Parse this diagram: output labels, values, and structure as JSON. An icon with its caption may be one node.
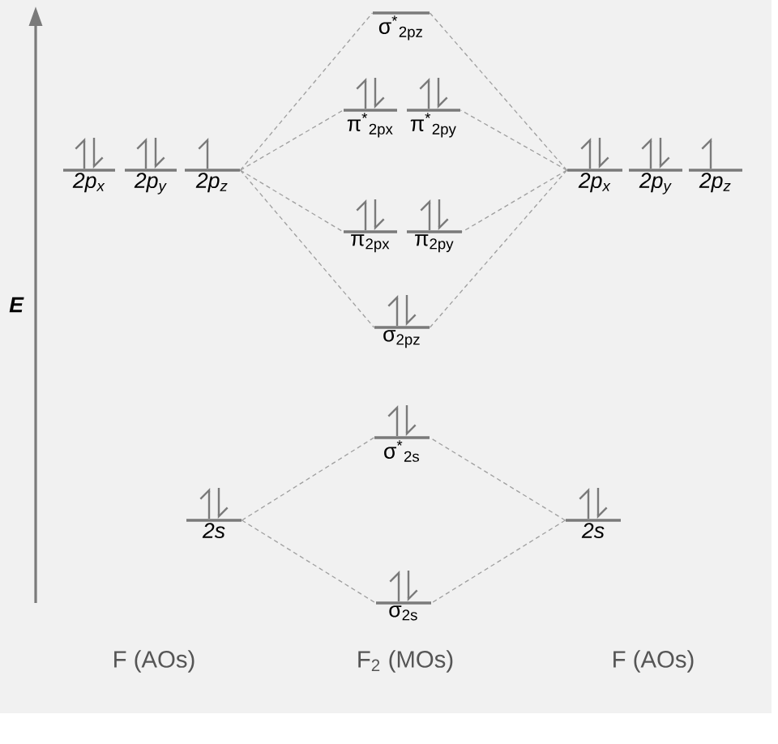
{
  "diagram": {
    "nodes": [
      {
        "text": [
          "σ$^{*}$$_{2pz}$"
        ]
      },
      {
        "text": [
          "π$^{*}$$_{2px}$"
        ]
      },
      {
        "text": [
          "π$^{*}$$_{2py}$"
        ]
      },
      {
        "text": [
          "2p$_{x}$"
        ]
      },
      {
        "text": [
          "2p$_{y}$"
        ]
      },
      {
        "text": [
          "2p$_{z}$"
        ]
      },
      {
        "text": [
          "2p$_{x}$"
        ]
      },
      {
        "text": [
          "2p$_{y}$"
        ]
      },
      {
        "text": [
          "2p$_{z}$"
        ]
      },
      {
        "text": [
          "π$_{2px}$"
        ]
      },
      {
        "text": [
          "π$_{2py}$"
        ]
      },
      {
        "text": [
          "σ$_{2pz}$"
        ]
      },
      {
        "text": [
          "σ$^{*}$$_{2s}$"
        ]
      },
      {
        "text": [
          "2s"
        ]
      },
      {
        "text": [
          "2s"
        ]
      },
      {
        "text": [
          "σ$_{2s}$"
        ]
      }
    ],
    "edges": [
      {
        "from": 5,
        "to": 0,
        "arrow": "none",
        "style": "dashed"
      },
      {
        "from": 5,
        "to": 1,
        "arrow": "none",
        "style": "dashed"
      },
      {
        "from": 5,
        "to": 9,
        "arrow": "none",
        "style": "dashed"
      },
      {
        "from": 5,
        "to": 11,
        "arrow": "none",
        "style": "dashed"
      },
      {
        "from": 6,
        "to": 0,
        "arrow": "none",
        "style": "dashed"
      },
      {
        "from": 6,
        "to": 2,
        "arrow": "none",
        "style": "dashed"
      },
      {
        "from": 6,
        "to": 10,
        "arrow": "none",
        "style": "dashed"
      },
      {
        "from": 6,
        "to": 11,
        "arrow": "none",
        "style": "dashed"
      },
      {
        "from": 13,
        "to": 12,
        "arrow": "none",
        "style": "dashed"
      },
      {
        "from": 13,
        "to": 15,
        "arrow": "none",
        "style": "dashed"
      },
      {
        "from": 14,
        "to": 12,
        "arrow": "none",
        "style": "dashed"
      },
      {
        "from": 14,
        "to": 15,
        "arrow": "none",
        "style": "dashed"
      }
    ],
    "labels": [
      "E",
      "F (AOs)",
      "F$_{2}$ (MOs)",
      "F (AOs)"
    ]
  }
}
